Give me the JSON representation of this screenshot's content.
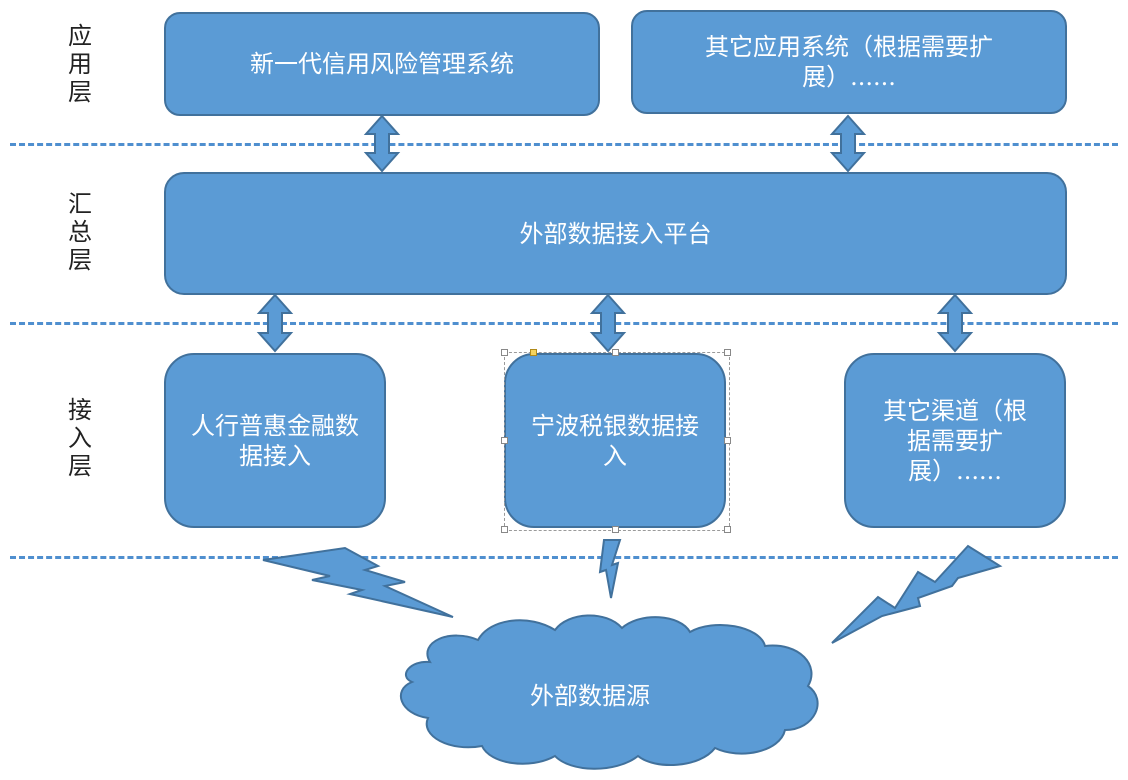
{
  "layers": {
    "app": "应\n用\n层",
    "summary": "汇\n总\n层",
    "access": "接\n入\n层"
  },
  "boxes": {
    "credit_risk": "新一代信用风险管理系统",
    "other_apps": "其它应用系统（根据需要扩展）......",
    "platform": "外部数据接入平台",
    "pboc": "人行普惠金融数据接入",
    "ningbo_tax": "宁波税银数据接入",
    "other_channels": "其它渠道（根据需要扩展）......"
  },
  "cloud": {
    "label": "外部数据源"
  },
  "colors": {
    "fill": "#5b9bd5",
    "stroke": "#41719c",
    "dash": "#4f8fcf"
  }
}
